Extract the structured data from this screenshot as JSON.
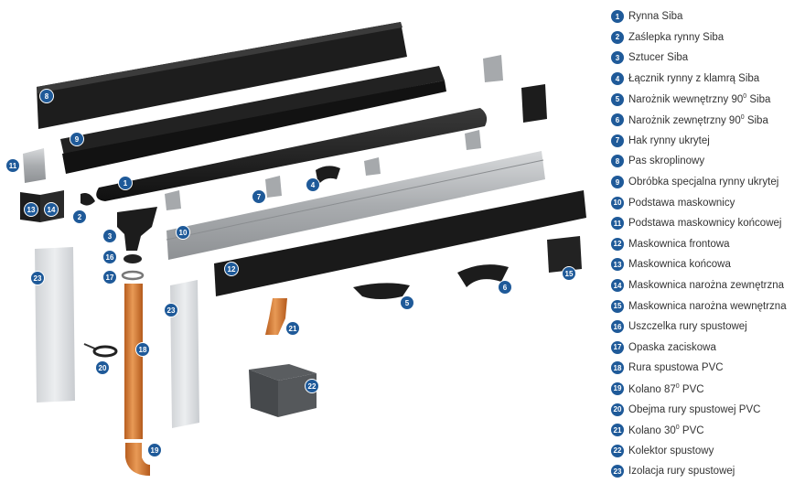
{
  "legend": [
    {
      "num": "1",
      "label": "Rynna Siba"
    },
    {
      "num": "2",
      "label": "Zaślepka rynny Siba"
    },
    {
      "num": "3",
      "label": "Sztucer Siba"
    },
    {
      "num": "4",
      "label": "Łącznik rynny z klamrą Siba"
    },
    {
      "num": "5",
      "label": "Narożnik wewnętrzny 90",
      "sup": "0",
      "suffix": " Siba"
    },
    {
      "num": "6",
      "label": "Narożnik zewnętrzny 90",
      "sup": "0",
      "suffix": " Siba"
    },
    {
      "num": "7",
      "label": "Hak rynny ukrytej"
    },
    {
      "num": "8",
      "label": "Pas skroplinowy"
    },
    {
      "num": "9",
      "label": "Obróbka specjalna rynny ukrytej"
    },
    {
      "num": "10",
      "label": "Podstawa maskownicy"
    },
    {
      "num": "11",
      "label": "Podstawa maskownicy końcowej"
    },
    {
      "num": "12",
      "label": "Maskownica frontowa"
    },
    {
      "num": "13",
      "label": "Maskownica końcowa"
    },
    {
      "num": "14",
      "label": "Maskownica narożna zewnętrzna"
    },
    {
      "num": "15",
      "label": "Maskownica narożna wewnętrzna"
    },
    {
      "num": "16",
      "label": "Uszczelka rury spustowej"
    },
    {
      "num": "17",
      "label": "Opaska zaciskowa"
    },
    {
      "num": "18",
      "label": "Rura spustowa PVC"
    },
    {
      "num": "19",
      "label": "Kolano 87",
      "sup": "0",
      "suffix": " PVC"
    },
    {
      "num": "20",
      "label": "Obejma rury spustowej PVC"
    },
    {
      "num": "21",
      "label": "Kolano 30",
      "sup": "0",
      "suffix": " PVC"
    },
    {
      "num": "22",
      "label": "Kolektor spustowy"
    },
    {
      "num": "23",
      "label": "Izolacja rury spustowej"
    }
  ],
  "colors": {
    "badge": "#1f5a99",
    "dark_part": "#1c1c1c",
    "steel_part": "#b9bcbf",
    "pvc_part": "#d9803a",
    "insulation": "#e3e5e7"
  }
}
